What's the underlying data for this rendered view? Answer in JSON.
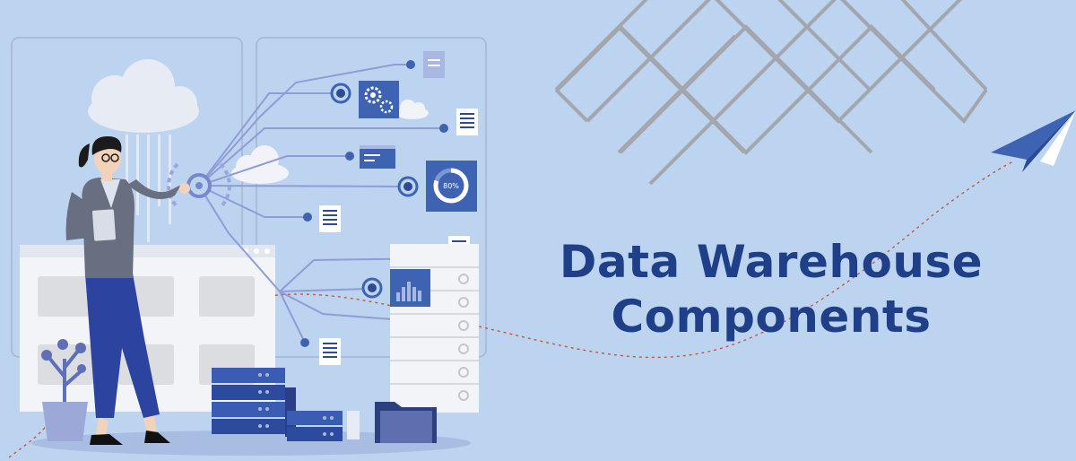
{
  "banner": {
    "title_line1": "Data Warehouse",
    "title_line2": "Components",
    "progress_label": "80%",
    "progress_value": 80
  },
  "colors": {
    "background": "#bdd4f0",
    "title": "#1f3f88",
    "accent_blue": "#3f63b3",
    "line": "#8f9cd6",
    "panel": "#f3f4f7",
    "grid": "#a3a7ad"
  },
  "icons": [
    "cloud-icon",
    "gear-icon",
    "document-icon",
    "paper-plane-icon",
    "folder-icon",
    "server-icon",
    "bar-chart-icon",
    "pie-chart-icon",
    "plant-icon",
    "monitor-icon"
  ]
}
